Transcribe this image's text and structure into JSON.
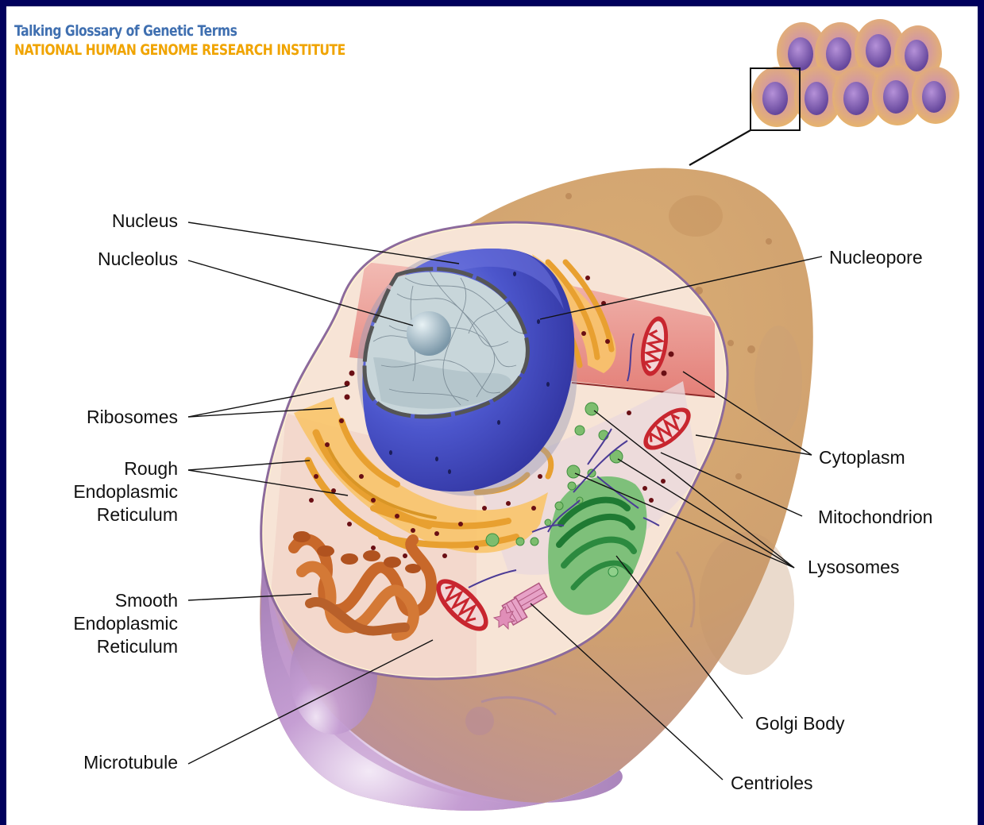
{
  "header": {
    "line1": "Talking Glossary of Genetic Terms",
    "line2": "NATIONAL HUMAN GENOME RESEARCH INSTITUTE"
  },
  "labels": {
    "nucleus": "Nucleus",
    "nucleolus": "Nucleolus",
    "ribosomes": "Ribosomes",
    "rough_er": [
      "Rough",
      "Endoplasmic",
      "Reticulum"
    ],
    "smooth_er": [
      "Smooth",
      "Endoplasmic",
      "Reticulum"
    ],
    "microtubule": "Microtubule",
    "nucleopore": "Nucleopore",
    "cytoplasm": "Cytoplasm",
    "mitochondrion": "Mitochondrion",
    "lysosomes": "Lysosomes",
    "golgi_body": "Golgi Body",
    "centrioles": "Centrioles"
  },
  "colors": {
    "background": "#00005c",
    "panel": "#ffffff",
    "title_blue": "#3f6fb0",
    "title_orange": "#f0a400",
    "cell_outer_tan": "#d6a56c",
    "cell_outer_purple": "#b48ac4",
    "nucleus_blue": "#4a55c8",
    "rough_er_orange": "#f6b84f",
    "smooth_er_brown": "#d2783a",
    "mitochondrion_red": "#c8262f",
    "golgi_green": "#3f9a3f"
  }
}
